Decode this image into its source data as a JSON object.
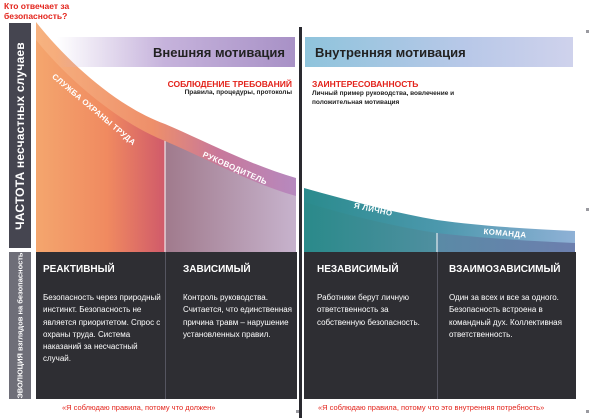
{
  "question": "Кто отвечает за безопасность?",
  "y_axis_label": "ЧАСТОТА несчастных случаев",
  "evolution_label": "ЭВОЛЮЦИЯ взглядов на безопасность",
  "banners": {
    "external": "Внешняя мотивация",
    "internal": "Внутренняя мотивация"
  },
  "compliance": {
    "title": "СОБЛЮДЕНИЕ ТРЕБОВАНИЙ",
    "subtitle": "Правила, процедуры, протоколы"
  },
  "engagement": {
    "title": "ЗАИНТЕРЕСОВАННОСТЬ",
    "subtitle": "Личный пример руководства, вовлечение и положительная мотивация"
  },
  "curve_labels": {
    "safety_service": "СЛУЖБА ОХРАНЫ ТРУДА",
    "manager": "РУКОВОДИТЕЛЬ",
    "me": "Я ЛИЧНО",
    "team": "КОМАНДА"
  },
  "stages": [
    {
      "title": "РЕАКТИВНЫЙ",
      "text": "Безопасность через природный инстинкт. Безопасность не является приоритетом. Спрос с охраны труда. Система наказаний за несчастный случай."
    },
    {
      "title": "ЗАВИСИМЫЙ",
      "text": "Контроль руководства. Считается, что единственная причина травм – нарушение установленных правил."
    },
    {
      "title": "НЕЗАВИСИМЫЙ",
      "text": "Работники берут личную ответственность за собственную безопасность."
    },
    {
      "title": "ВЗАИМОЗАВИСИМЫЙ",
      "text": "Один за всех и все за одного. Безопасность встроена в командный дух. Коллективная ответственность."
    }
  ],
  "quotes": {
    "left": "«Я соблюдаю правила, потому что должен»",
    "right": "«Я соблюдаю правила, потому что это внутренняя потребность»"
  }
}
